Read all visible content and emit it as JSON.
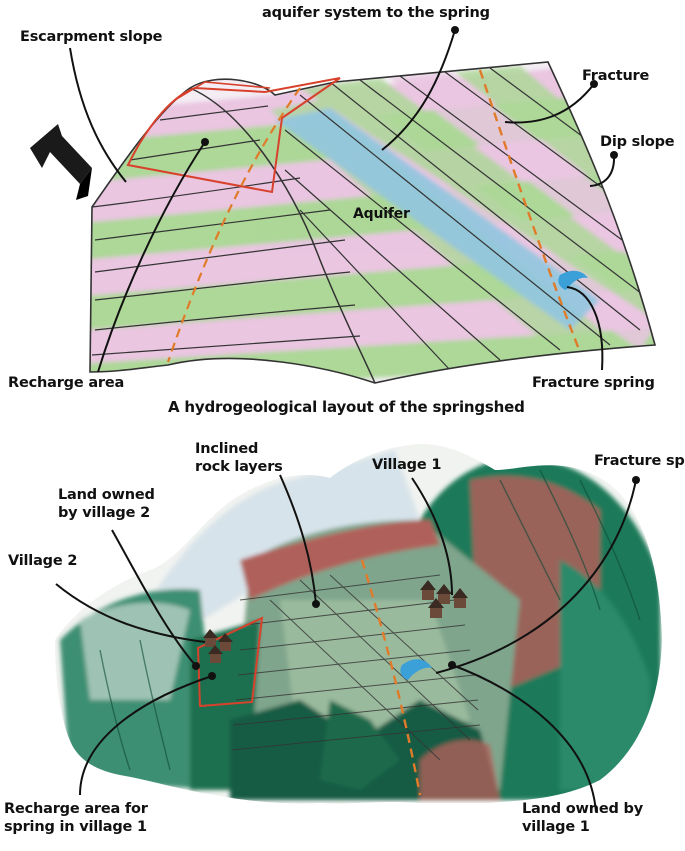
{
  "top_diagram": {
    "labels": {
      "aquifer_system": "aquifer system to the spring",
      "escarpment_slope": "Escarpment slope",
      "fracture": "Fracture",
      "dip_slope": "Dip slope",
      "aquifer": "Aquifer",
      "recharge_area": "Recharge area",
      "fracture_spring": "Fracture spring"
    },
    "caption": "A hydrogeological layout of the springshed"
  },
  "bottom_diagram": {
    "labels": {
      "inclined_rock_layers": "Inclined\nrock layers",
      "village_1": "Village 1",
      "fracture_spring": "Fracture sprin",
      "land_owned_village_2": "Land owned\nby village 2",
      "village_2": "Village 2",
      "recharge_area_spring": "Recharge area for\nspring in village 1",
      "land_owned_village_1": "Land owned by\nvillage 1"
    }
  },
  "colors": {
    "pink_layer": "#e9c3e0",
    "green_layer": "#a9d693",
    "aquifer_blue": "#8cc3df",
    "recharge_red": "#d8412b",
    "fracture_orange": "#e07b2a",
    "mountain_green": "#1f7a5a",
    "mountain_brown": "#b0605a"
  },
  "icons": {
    "north_arrow": "arrow-icon",
    "spring": "water-drop-icon"
  }
}
